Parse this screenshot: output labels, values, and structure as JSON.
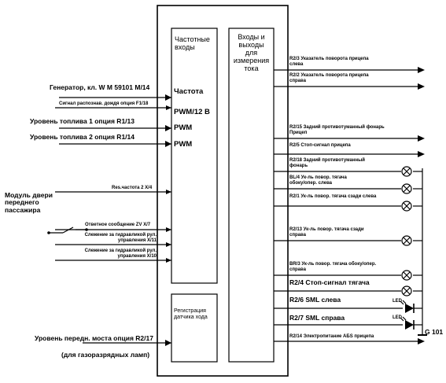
{
  "boxes": {
    "freq_inputs": "Частотные\nвходы",
    "io_current": "Входы и\nвыходы\nдля\nизмерения\nтока",
    "travel_reg": "Регистрация\nдатчика хода"
  },
  "pins": {
    "freq": "Частота",
    "pwm12": "PWM/12 В",
    "pwm_a": "PWM",
    "pwm_b": "PWM"
  },
  "inputs": [
    "Генератор, кл. W M 59101 M/14",
    "Сигнал распознав. дождя опция F1/18",
    "Уровень топлива 1 опция R1/13",
    "Уровень топлива 2 опция R1/14",
    "Res.частота 2 X/4",
    "Ответное сообщение ZV X/7",
    "Слежение за гидравликой рул. управления X/11",
    "Слежение за гидравликой рул. управления X/10"
  ],
  "door_module": "Модуль двери\nпереднего\nпассажира",
  "front_axle": "Уровень передн. моста опция R2/17",
  "gas_lamps": "(для газоразрядных ламп)",
  "outputs": [
    "R2/3  Указатель  поворота прицепа\nслева",
    "R2/2  Указатель  поворота прицепа\nсправа",
    "R2/15  Задний  противотуманный  фонарь\nПрицеп",
    "R2/5 Стоп-сигнал прицепа",
    "R2/18  Задний  противотуманный\nфонарь",
    "BL/4   Ук-ль   повор.   тягача\nобоку/опер. слева",
    "R2/1 Ук-ль повор. тягача сзади слева",
    "R2/13   Ук-ль   повор.   тягача   сзади\nсправа",
    "BR/3 Ук-ль повор. тягача обоку/опер.\nсправа",
    "R2/4  Стоп-сигнал тягача",
    "R2/6  SML слева",
    "R2/7  SML справа",
    "R2/14 Электропитание АБS прицепа"
  ],
  "led_a": "LED",
  "led_b": "LED",
  "ground": "G 101"
}
